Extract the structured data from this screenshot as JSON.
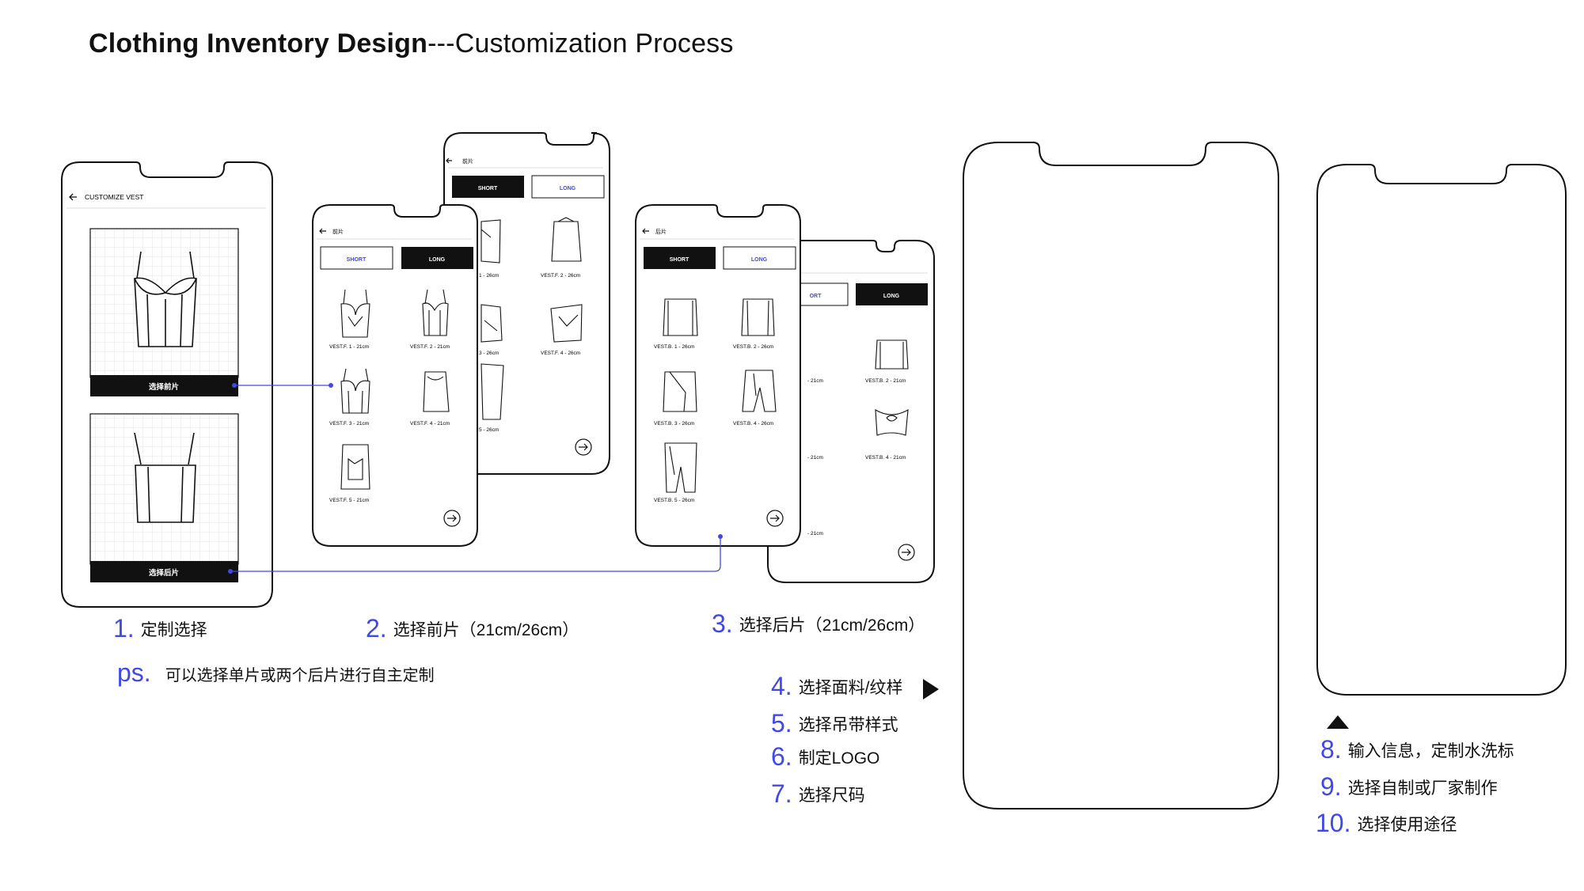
{
  "title": {
    "bold": "Clothing Inventory Design",
    "light": "---Customization Process"
  },
  "colors": {
    "accent": "#4049e8",
    "ink": "#111111",
    "grid": "#e8e8e8"
  },
  "phone1": {
    "header": "CUSTOMIZE VEST",
    "front_button": "选择前片",
    "back_button": "选择后片"
  },
  "phone_front": {
    "back_label": "前片",
    "tab_short": "SHORT",
    "tab_long": "LONG",
    "items": [
      "VEST.F. 1 - 21cm",
      "VEST.F. 2 - 21cm",
      "VEST.F. 3 - 21cm",
      "VEST.F. 4 - 21cm",
      "VEST.F. 5 - 21cm"
    ]
  },
  "phone_front_long": {
    "back_label": "前片",
    "tab_short": "SHORT",
    "tab_long": "LONG",
    "items": [
      "1 - 26cm",
      "VEST.F. 2 - 26cm",
      "3 - 26cm",
      "VEST.F. 4 - 26cm",
      "5 - 26cm"
    ]
  },
  "phone_back": {
    "back_label": "后片",
    "tab_short": "SHORT",
    "tab_long": "LONG",
    "items": [
      "VEST.B. 1 - 26cm",
      "VEST.B. 2 - 26cm",
      "VEST.B. 3 - 26cm",
      "VEST.B. 4 - 26cm",
      "VEST.B. 5 - 26cm"
    ]
  },
  "phone_back_short": {
    "tab_short": "ORT",
    "tab_long": "LONG",
    "items": [
      "- 21cm",
      "VEST.B. 2 - 21cm",
      "- 21cm",
      "VEST.B. 4 - 21cm",
      "- 21cm"
    ]
  },
  "steps": {
    "s1": {
      "num": "1.",
      "text": "定制选择"
    },
    "s2": {
      "num": "2.",
      "text": "选择前片（21cm/26cm）"
    },
    "s3": {
      "num": "3.",
      "text": "选择后片（21cm/26cm）"
    },
    "ps": {
      "num": "ps.",
      "text": "可以选择单片或两个后片进行自主定制"
    },
    "s4": {
      "num": "4.",
      "text": "选择面料/纹样"
    },
    "s5": {
      "num": "5.",
      "text": "选择吊带样式"
    },
    "s6": {
      "num": "6.",
      "text": "制定LOGO"
    },
    "s7": {
      "num": "7.",
      "text": "选择尺码"
    },
    "s8": {
      "num": "8.",
      "text": "输入信息，定制水洗标"
    },
    "s9": {
      "num": "9.",
      "text": "选择自制或厂家制作"
    },
    "s10": {
      "num": "10.",
      "text": "选择使用途径"
    }
  }
}
